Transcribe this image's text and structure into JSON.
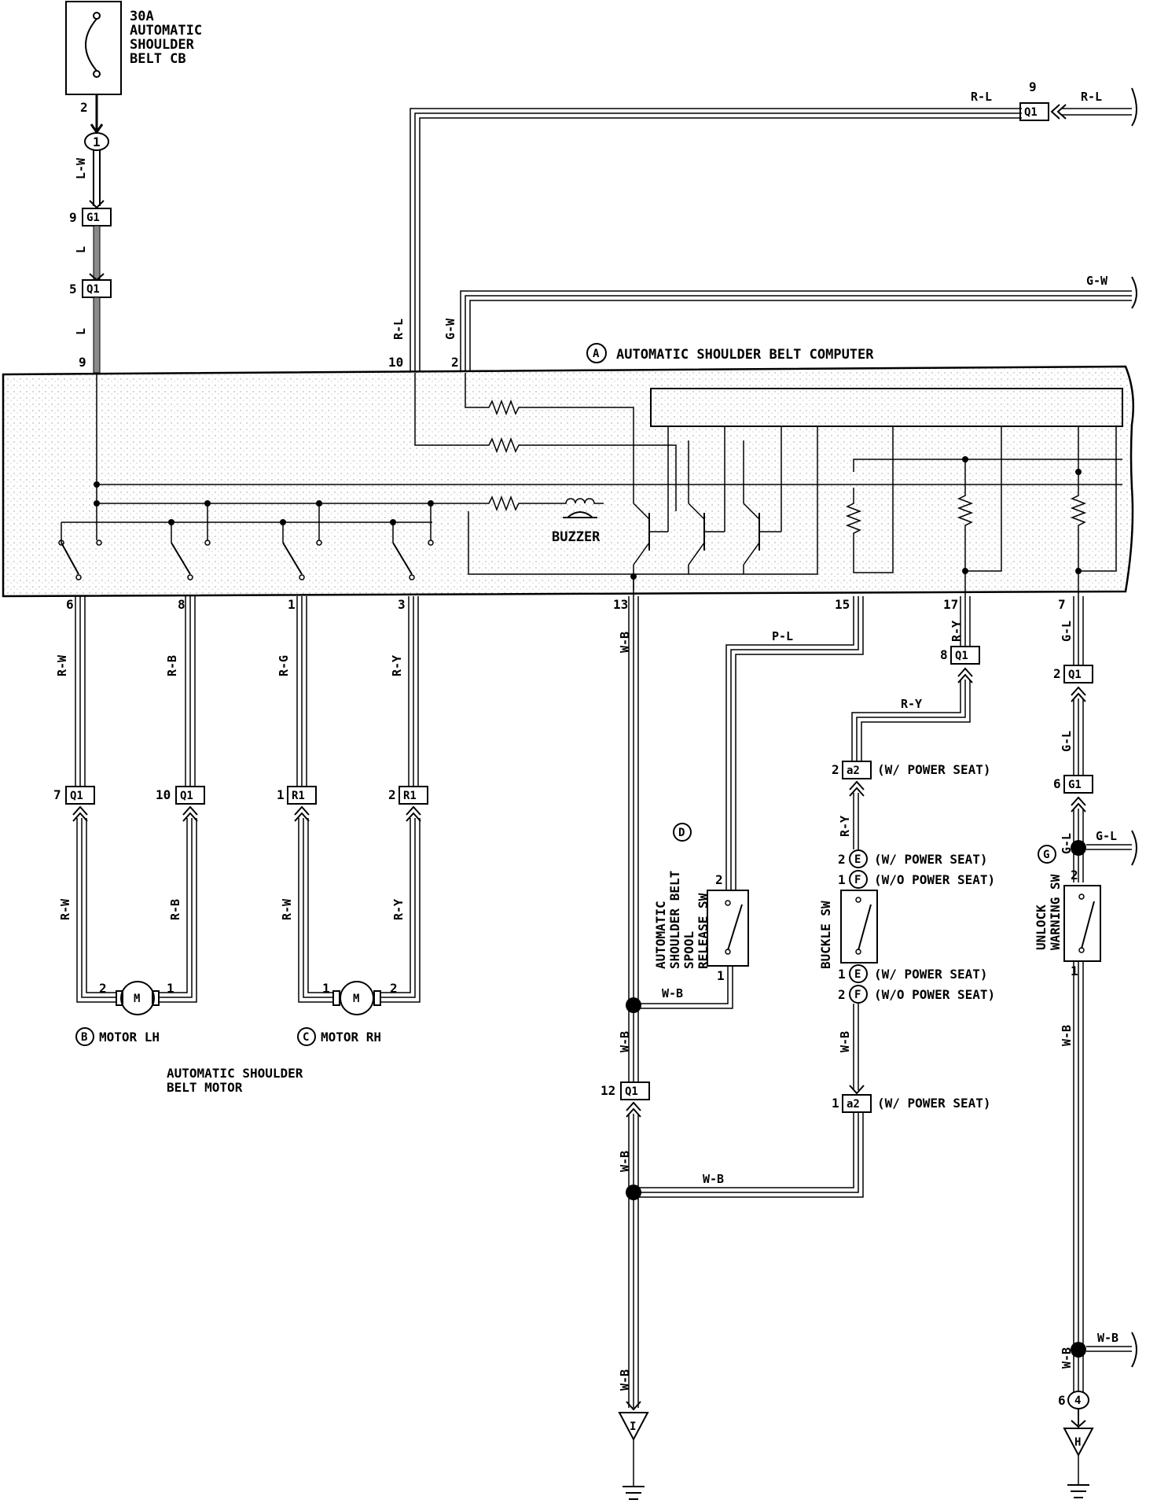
{
  "components": {
    "circuit_breaker": [
      "30A",
      "AUTOMATIC",
      "SHOULDER",
      "BELT CB"
    ],
    "computer": {
      "marker": "A",
      "title": "AUTOMATIC SHOULDER BELT COMPUTER",
      "buzzer": "BUZZER"
    },
    "motor_lh": {
      "marker": "B",
      "label": "MOTOR LH",
      "symbol": "M"
    },
    "motor_rh": {
      "marker": "C",
      "label": "MOTOR RH",
      "symbol": "M"
    },
    "motor_caption": [
      "AUTOMATIC SHOULDER",
      "BELT MOTOR"
    ],
    "spool_switch": {
      "marker": "D",
      "lines": [
        "AUTOMATIC",
        "SHOULDER BELT",
        "SPOOL",
        "RELEASE SW"
      ]
    },
    "buckle_switch": "BUCKLE SW",
    "unlock_switch": [
      "UNLOCK",
      "WARNING SW"
    ],
    "junction_g": "G",
    "ground_i": "I",
    "ground_h": "H"
  },
  "wires": {
    "l_w": "L-W",
    "l": "L",
    "r_l": "R-L",
    "g_w": "G-W",
    "r_w": "R-W",
    "r_b": "R-B",
    "r_g": "R-G",
    "r_y": "R-Y",
    "w_b": "W-B",
    "p_l": "P-L",
    "g_l": "G-L"
  },
  "connectors": {
    "conn_1": "1",
    "g1": "G1",
    "q1": "Q1",
    "r1": "R1",
    "a2": "a2",
    "e": "E",
    "f": "F",
    "conn_4": "4"
  },
  "pins": {
    "cb_2": "2",
    "g1_9": "9",
    "q1_5": "5",
    "ecu_9": "9",
    "ecu_10": "10",
    "ecu_2": "2",
    "q1_top_9": "9",
    "ecu_6": "6",
    "ecu_8": "8",
    "ecu_1": "1",
    "ecu_3": "3",
    "ecu_13": "13",
    "ecu_15": "15",
    "ecu_17": "17",
    "ecu_7": "7",
    "q1_7": "7",
    "q1_10": "10",
    "r1_1": "1",
    "r1_2": "2",
    "mlh_2": "2",
    "mlh_1": "1",
    "mrh_1": "1",
    "mrh_2": "2",
    "q1_8": "8",
    "q1_2": "2",
    "g1_6": "6",
    "a2_2": "2",
    "e_2": "2",
    "f_1": "1",
    "e_1": "1",
    "f_2": "2",
    "a2_1": "1",
    "spool_2": "2",
    "spool_1": "1",
    "q1_12": "12",
    "unlock_2": "2",
    "unlock_1": "1",
    "gnd4_6": "6"
  },
  "notes": {
    "w_power_seat": "(W/ POWER SEAT)",
    "wo_power_seat": "(W/O POWER SEAT)"
  }
}
